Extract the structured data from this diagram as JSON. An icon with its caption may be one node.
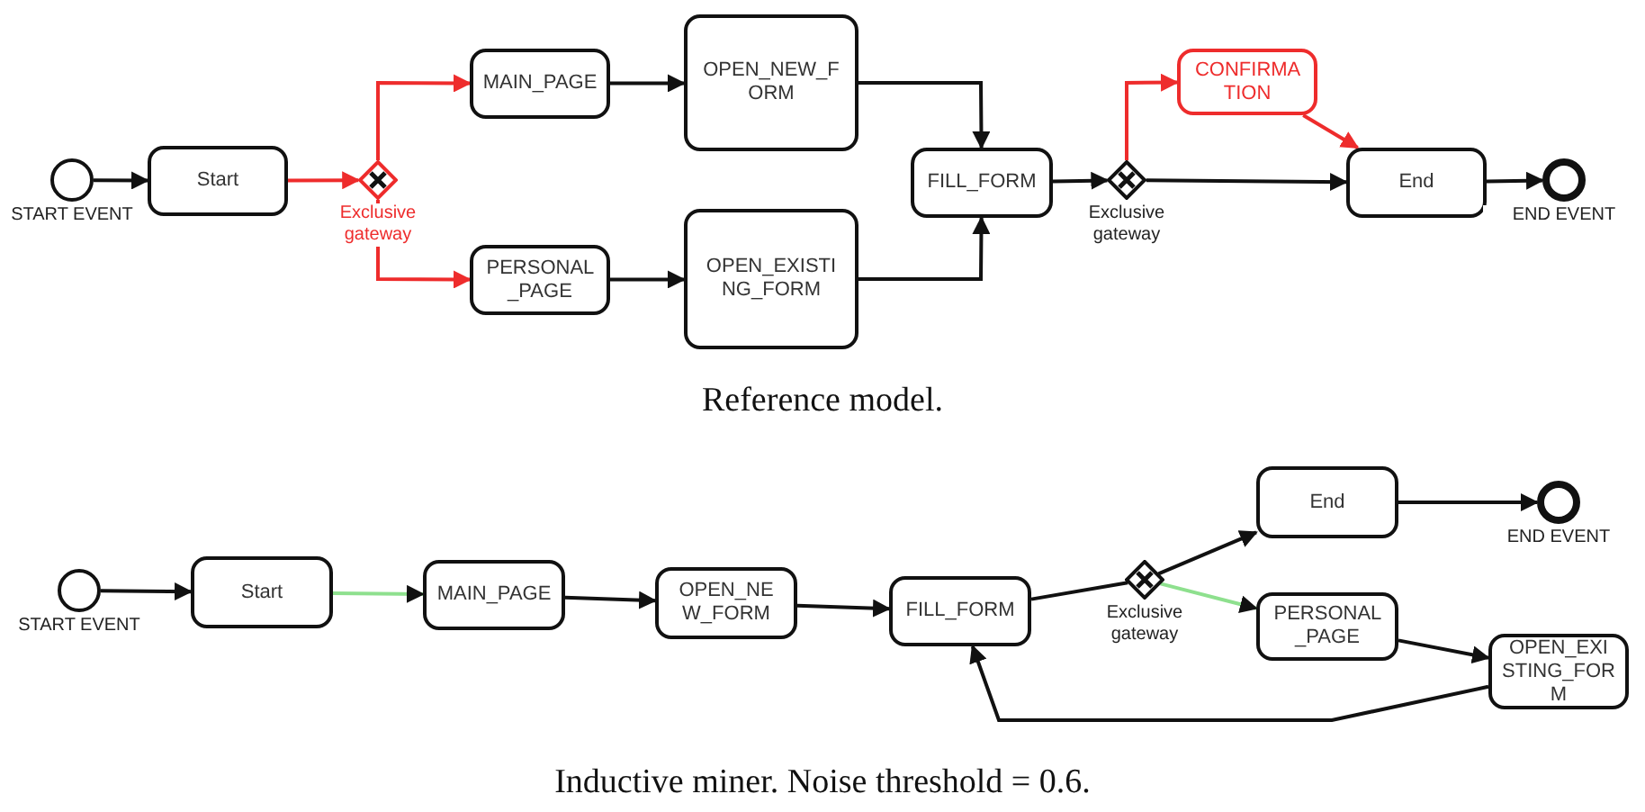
{
  "diagram": {
    "nodes": [
      {
        "text": [],
        "shape": "circle",
        "beside": [
          "START EVENT"
        ]
      },
      {
        "text": [
          "Start"
        ]
      },
      {
        "text": [],
        "shape": "diamond",
        "beside": [
          "Exclusive gateway"
        ]
      },
      {
        "text": [
          "MAIN_PAGE"
        ]
      },
      {
        "text": [
          "PERSONAL _PAGE"
        ]
      },
      {
        "text": [
          "OPEN_NEW_F ORM"
        ]
      },
      {
        "text": [
          "OPEN_EXISTI NG_FORM"
        ]
      },
      {
        "text": [
          "FILL_FORM"
        ]
      },
      {
        "text": [],
        "shape": "diamond",
        "beside": [
          "Exclusive gateway"
        ]
      },
      {
        "text": [
          "CONFIRMA TION"
        ]
      },
      {
        "text": [
          "End"
        ]
      },
      {
        "text": [],
        "shape": "circle",
        "beside": [
          "END EVENT"
        ]
      },
      {
        "text": [],
        "shape": "circle",
        "beside": [
          "START EVENT"
        ]
      },
      {
        "text": [
          "Start"
        ]
      },
      {
        "text": [
          "MAIN_PAGE"
        ]
      },
      {
        "text": [
          "OPEN_NE W_FORM"
        ]
      },
      {
        "text": [
          "FILL_FORM"
        ]
      },
      {
        "text": [],
        "shape": "diamond",
        "beside": [
          "Exclusive gateway"
        ]
      },
      {
        "text": [
          "End"
        ]
      },
      {
        "text": [],
        "shape": "circle",
        "beside": [
          "END EVENT"
        ]
      },
      {
        "text": [
          "PERSONAL _PAGE"
        ]
      },
      {
        "text": [
          "OPEN_EXI STING_FOR M"
        ]
      }
    ],
    "edges": [
      {
        "from": 0,
        "to": 1,
        "arrow": "to"
      },
      {
        "from": 1,
        "to": 2,
        "arrow": "to",
        "color": "#ee2c2c"
      },
      {
        "from": 2,
        "to": 3,
        "arrow": "to",
        "color": "#ee2c2c"
      },
      {
        "from": 2,
        "to": 4,
        "arrow": "to",
        "color": "#ee2c2c"
      },
      {
        "from": 3,
        "to": 5,
        "arrow": "to"
      },
      {
        "from": 4,
        "to": 6,
        "arrow": "to"
      },
      {
        "from": 5,
        "to": 7,
        "arrow": "to"
      },
      {
        "from": 6,
        "to": 7,
        "arrow": "to"
      },
      {
        "from": 7,
        "to": 8,
        "arrow": "to"
      },
      {
        "from": 8,
        "to": 9,
        "arrow": "to",
        "color": "#ee2c2c"
      },
      {
        "from": 9,
        "to": 10,
        "arrow": "to",
        "color": "#ee2c2c"
      },
      {
        "from": 8,
        "to": 10,
        "arrow": "to"
      },
      {
        "from": 10,
        "to": 11,
        "arrow": "to"
      },
      {
        "from": 12,
        "to": 13,
        "arrow": "to"
      },
      {
        "from": 13,
        "to": 14,
        "arrow": "to",
        "color": "#8ee08e"
      },
      {
        "from": 14,
        "to": 15,
        "arrow": "to"
      },
      {
        "from": 15,
        "to": 16,
        "arrow": "to"
      },
      {
        "from": 16,
        "to": 17,
        "arrow": "none"
      },
      {
        "from": 17,
        "to": 18,
        "arrow": "to"
      },
      {
        "from": 17,
        "to": 20,
        "arrow": "to",
        "color": "#8ee08e"
      },
      {
        "from": 18,
        "to": 19,
        "arrow": "to"
      },
      {
        "from": 20,
        "to": 21,
        "arrow": "to"
      },
      {
        "from": 21,
        "to": 16,
        "arrow": "to"
      }
    ],
    "labels": [
      "Reference model.",
      "Inductive miner. Noise threshold = 0.6."
    ]
  }
}
